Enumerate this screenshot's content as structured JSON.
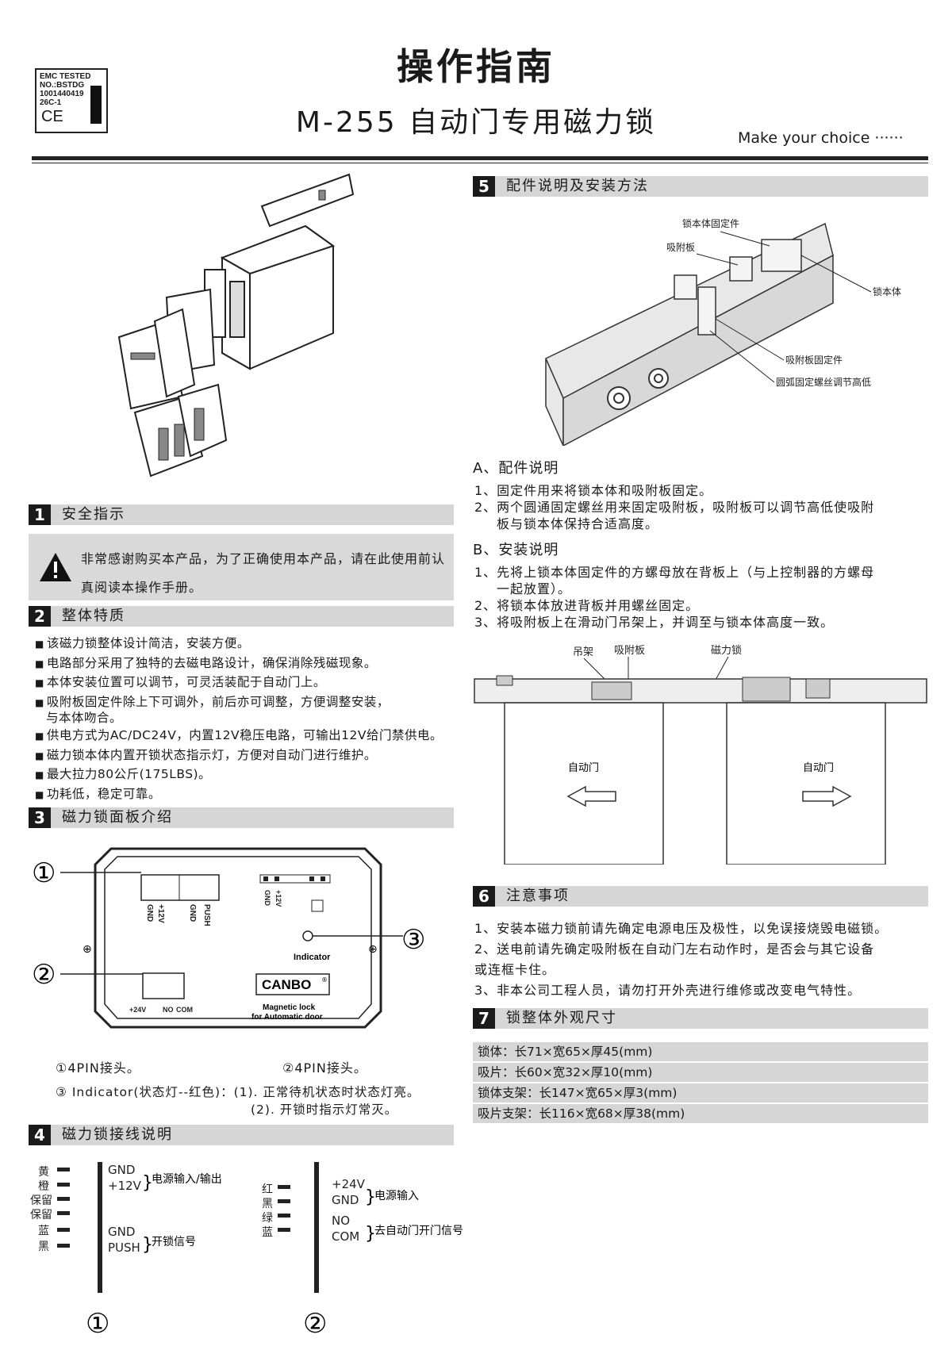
{
  "header": {
    "title": "操作指南",
    "subtitle": "M-255 自动门专用磁力锁",
    "slogan": "Make  your choice ······",
    "badge": {
      "line1": "EMC TESTED",
      "line2": "NO.:BSTDG",
      "line3": "1001440419",
      "line4": "26C-1",
      "mark": "CE"
    }
  },
  "sections": {
    "s1": {
      "num": "1",
      "label": "安全指示",
      "warning": "非常感谢购买本产品，为了正确使用本产品，请在此使用前认真阅读本操作手册。"
    },
    "s2": {
      "num": "2",
      "label": "整体特质",
      "bullets": [
        "该磁力锁整体设计简洁，安装方便。",
        "电路部分采用了独特的去磁电路设计，确保消除残磁现象。",
        "本体安装位置可以调节，可灵活装配于自动门上。",
        "吸附板固定件除上下可调外，前后亦可调整，方便调整安装，",
        "与本体吻合。",
        "供电方式为AC/DC24V，内置12V稳压电路，可输出12V给门禁供电。",
        "磁力锁本体内置开锁状态指示灯，方便对自动门进行维护。",
        "最大拉力80公斤(175LBS)。",
        "功耗低，稳定可靠。"
      ]
    },
    "s3": {
      "num": "3",
      "label": "磁力锁面板介绍",
      "panel": {
        "pins1": [
          "GND",
          "+12V",
          "GND",
          "PUSH"
        ],
        "pins_top": [
          "GND",
          "+12V"
        ],
        "pins2": [
          "+24V",
          "NO",
          "COM"
        ],
        "indicator": "Indicator",
        "brand": "CANBO",
        "reg": "®",
        "product_line1": "Magnetic lock",
        "product_line2": "for Automatic door",
        "markers": [
          "①",
          "②",
          "③"
        ]
      },
      "notes": {
        "n1": "①4PIN接头。",
        "n2": "②4PIN接头。",
        "n3": "③ Indicator(状态灯--红色)：(1). 正常待机状态时状态灯亮。",
        "n4": "(2). 开锁时指示灯常灭。"
      }
    },
    "s4": {
      "num": "4",
      "label": "磁力锁接线说明",
      "left_colors": [
        "黄",
        "橙",
        "保留",
        "保留",
        "蓝",
        "黑"
      ],
      "left_pins": [
        "GND",
        "+12V",
        "GND",
        "PUSH"
      ],
      "left_groups": [
        "电源输入/输出",
        "开锁信号"
      ],
      "right_colors": [
        "红",
        "黑",
        "绿",
        "蓝"
      ],
      "right_pins": [
        "+24V",
        "GND",
        "NO",
        "COM"
      ],
      "right_groups": [
        "电源输入",
        "去自动门开门信号"
      ],
      "markers": [
        "①",
        "②"
      ]
    },
    "s5": {
      "num": "5",
      "label": "配件说明及安装方法",
      "callouts": [
        "锁本体固定件",
        "吸附板",
        "锁本体",
        "吸附板固定件",
        "圆弧固定螺丝调节高低"
      ],
      "a_title": "A、配件说明",
      "a_items": [
        "1、固定件用来将锁本体和吸附板固定。",
        "2、两个圆通固定螺丝用来固定吸附板，吸附板可以调节高低使吸附",
        "板与锁本体保持合适高度。"
      ],
      "b_title": "B、安装说明",
      "b_items": [
        "1、先将上锁本体固定件的方螺母放在背板上（与上控制器的方螺母",
        "一起放置）。",
        "2、将锁本体放进背板并用螺丝固定。",
        "3、将吸附板上在滑动门吊架上，并调至与锁本体高度一致。"
      ],
      "door_labels": [
        "吊架",
        "吸附板",
        "磁力锁",
        "自动门",
        "自动门"
      ]
    },
    "s6": {
      "num": "6",
      "label": "注意事项",
      "items": [
        "1、安装本磁力锁前请先确定电源电压及极性，以免误接烧毁电磁锁。",
        "2、送电前请先确定吸附板在自动门左右动作时，是否会与其它设备",
        "或连框卡住。",
        "3、非本公司工程人员，请勿打开外壳进行维修或改变电气特性。"
      ]
    },
    "s7": {
      "num": "7",
      "label": "锁整体外观尺寸",
      "rows": [
        "锁体：长71×宽65×厚45(mm)",
        "吸片：长60×宽32×厚10(mm)",
        "锁体支架：长147×宽65×厚3(mm)",
        "吸片支架：长116×宽68×厚38(mm)"
      ]
    }
  }
}
